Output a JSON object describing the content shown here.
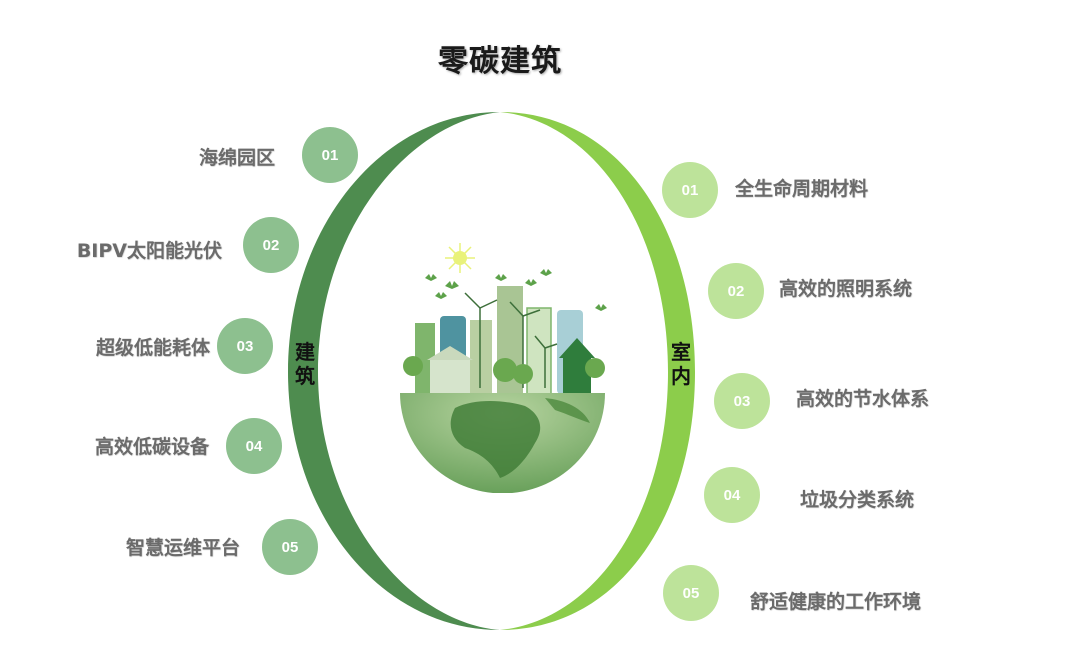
{
  "title": "零碳建筑",
  "colors": {
    "left_arc": "#4e8c4f",
    "right_arc": "#8ccd4b",
    "left_badge": "#8dc08f",
    "right_badge": "#bde39a",
    "item_text": "#6b6b6b"
  },
  "left": {
    "label": "建筑",
    "items": [
      {
        "num": "01",
        "text": "海绵园区"
      },
      {
        "num": "02",
        "text": "BIPV太阳能光伏"
      },
      {
        "num": "03",
        "text": "超级低能耗体"
      },
      {
        "num": "04",
        "text": "高效低碳设备"
      },
      {
        "num": "05",
        "text": "智慧运维平台"
      }
    ]
  },
  "right": {
    "label": "室内",
    "items": [
      {
        "num": "01",
        "text": "全生命周期材料"
      },
      {
        "num": "02",
        "text": "高效的照明系统"
      },
      {
        "num": "03",
        "text": "高效的节水体系"
      },
      {
        "num": "04",
        "text": "垃圾分类系统"
      },
      {
        "num": "05",
        "text": "舒适健康的工作环境"
      }
    ]
  },
  "center_image": {
    "icon": "green-city-globe-icon"
  }
}
